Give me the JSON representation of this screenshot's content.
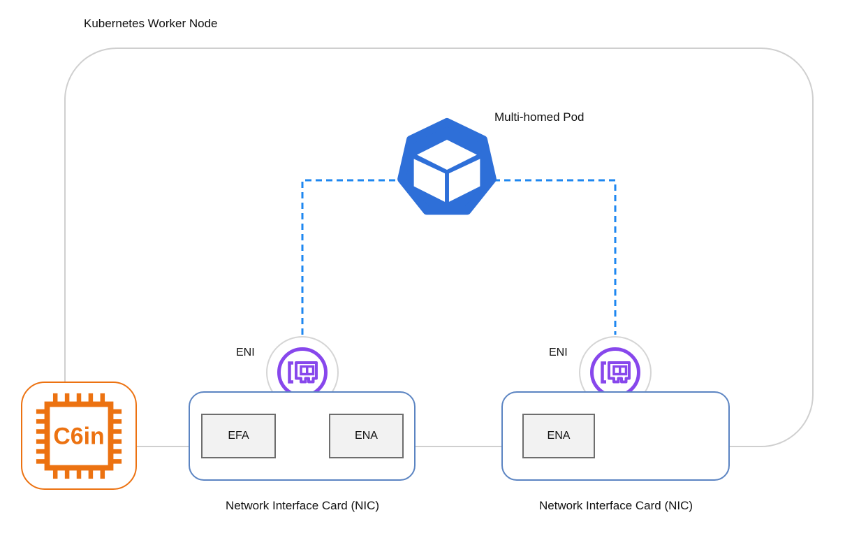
{
  "node": {
    "title": "Kubernetes Worker Node"
  },
  "pod": {
    "label": "Multi-homed Pod",
    "icon": "kubernetes-pod-icon"
  },
  "enis": [
    {
      "label": "ENI",
      "icon": "network-interface-icon"
    },
    {
      "label": "ENI",
      "icon": "network-interface-icon"
    }
  ],
  "nics": [
    {
      "caption": "Network Interface Card (NIC)",
      "adapters": [
        "EFA",
        "ENA"
      ]
    },
    {
      "caption": "Network Interface Card (NIC)",
      "adapters": [
        "ENA"
      ]
    }
  ],
  "instance": {
    "label": "C6in",
    "icon": "cpu-chip-icon"
  },
  "colors": {
    "boundary_gray": "#cfcfcf",
    "dash_blue": "#1e87f0",
    "pod_blue": "#2e6fd8",
    "eni_purple": "#8747ec",
    "nic_border_blue": "#5b84c2",
    "instance_orange": "#ec7211",
    "adapter_fill": "#f2f2f2",
    "adapter_border": "#6e6e6e",
    "text": "#111111"
  }
}
